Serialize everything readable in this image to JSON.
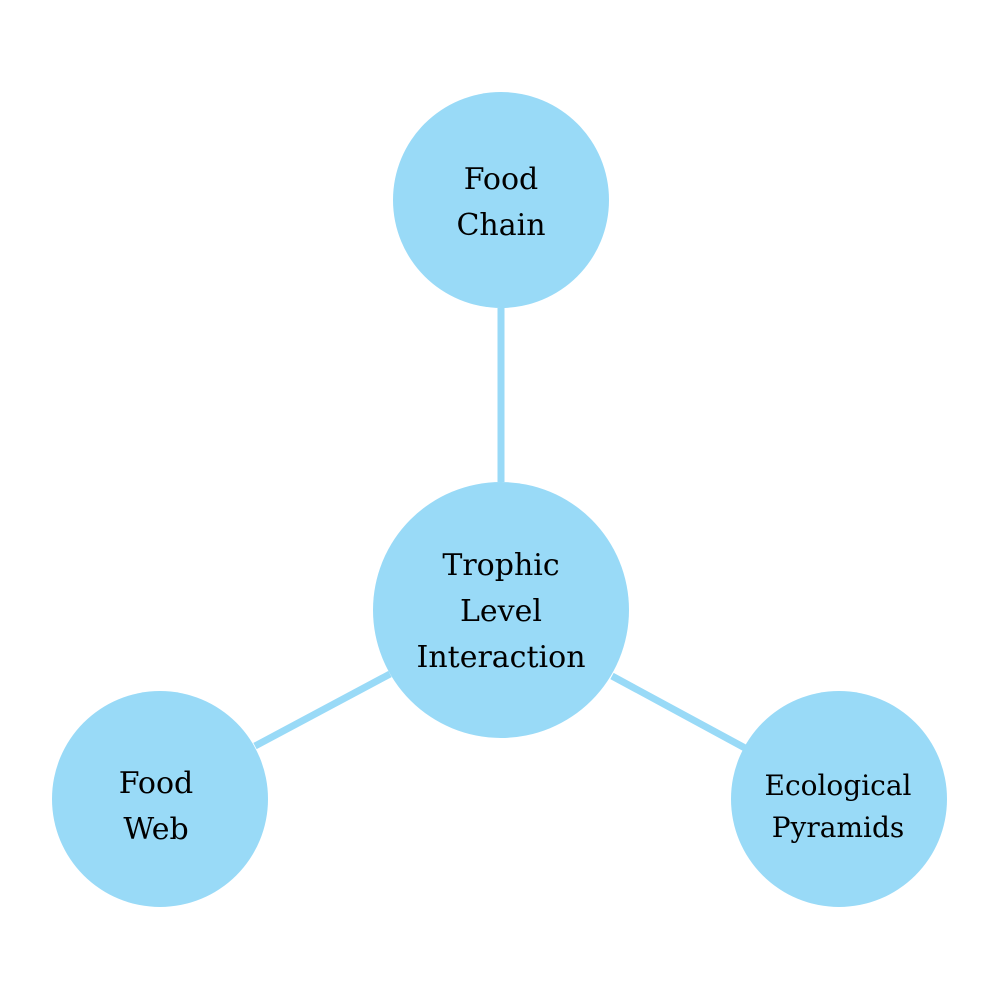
{
  "colors": {
    "node_fill": "#99daf7",
    "edge": "#99daf7",
    "text": "#000000"
  },
  "nodes": {
    "center": {
      "lines": [
        "Trophic",
        "Level",
        "Interaction"
      ]
    },
    "top": {
      "lines": [
        "Food",
        "Chain"
      ]
    },
    "left": {
      "lines": [
        "Food",
        "Web"
      ]
    },
    "right": {
      "lines": [
        "Ecological",
        "Pyramids"
      ]
    }
  },
  "edges": [
    {
      "from": "center",
      "to": "top"
    },
    {
      "from": "center",
      "to": "left"
    },
    {
      "from": "center",
      "to": "right"
    }
  ]
}
